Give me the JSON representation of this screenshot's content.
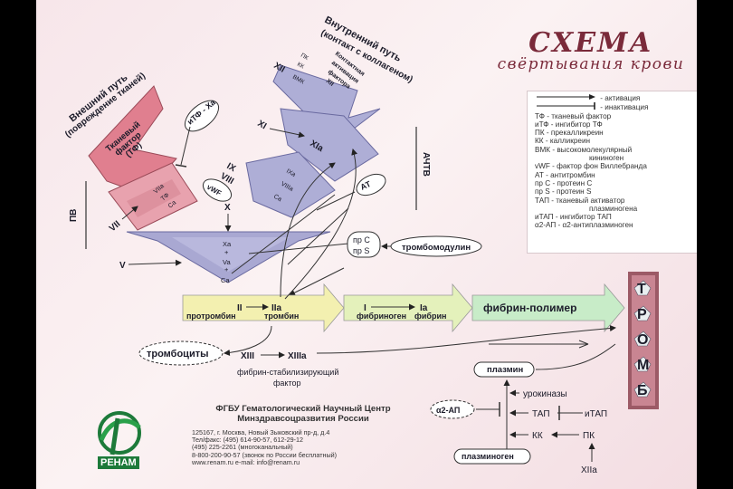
{
  "title": {
    "main": "СХЕМА",
    "sub": "свёртывания крови"
  },
  "paths": {
    "external": "Внешний путь",
    "external_sub": "(повреждение тканей)",
    "internal": "Внутренний путь",
    "internal_sub": "(контакт с коллагеном)"
  },
  "side_labels": {
    "pv": "ПВ",
    "achtv": "АЧТВ"
  },
  "nodes": {
    "tf_line1": "Тканевый",
    "tf_line2": "фактор",
    "tf_line3": "(ТФ)",
    "itf": "иТФ - Xa",
    "contact1": "Контактная",
    "contact2": "активация",
    "contact3": "фактора",
    "contact4": "XII",
    "xii": "XII",
    "pk": "ПК",
    "kk": "КК",
    "vmk": "ВМК",
    "xi": "XI",
    "xia": "XIa",
    "ix": "IX",
    "viii": "VIII",
    "vwf": "vWF",
    "ixa": "IXa",
    "viiia": "VIIIa",
    "vii": "VII",
    "viia": "VIIa",
    "tf_small": "ТФ",
    "ca": "Ca",
    "plus": "+",
    "x": "X",
    "v": "V",
    "xa": "Xa",
    "va": "Va",
    "at": "АТ",
    "prc": "пр С",
    "prs": "пр S",
    "thrombomodulin": "тромбомодулин",
    "ii": "II",
    "iia": "IIa",
    "prothrombin": "протромбин",
    "thrombin": "тромбин",
    "i": "I",
    "ia": "Ia",
    "fibrinogen": "фибриноген",
    "fibrin": "фибрин",
    "fibrin_polymer": "фибрин-полимер",
    "platelets": "тромбоциты",
    "xiii": "XIII",
    "xiiia": "XIIIa",
    "fsf1": "фибрин-стабилизирующий",
    "fsf2": "фактор",
    "plasmin": "плазмин",
    "a2ap": "α2-АП",
    "urokinase": "урокиназы",
    "tap": "ТАП",
    "itap": "иТАП",
    "kk2": "КК",
    "pk2": "ПК",
    "plasminogen": "плазминоген",
    "xiia": "XIIa",
    "thromb_letters": [
      "Т",
      "Р",
      "О",
      "М",
      "Б"
    ]
  },
  "legend": {
    "activation": "- активация",
    "inactivation": "- инактивация",
    "rows": [
      "ТФ - тканевый фактор",
      "иТФ - ингибитор ТФ",
      "ПК - прекалликреин",
      "КК - калликреин",
      "ВМК - высокомолекулярный",
      "кининоген",
      "vWF - фактор фон Виллебранда",
      "АТ - антитромбин",
      "пр С - протеин С",
      "пр S - протеин S",
      "ТАП - тканевый активатор",
      "плазминогена",
      "иТАП - ингибитор ТАП",
      "α2-АП - α2-антиплазминоген"
    ]
  },
  "organization": {
    "name1": "ФГБУ Гематологический Научный Центр",
    "name2": "Минздравсоцразвития России",
    "address": [
      "125167, г. Москва, Новый Зыковский пр-д, д.4",
      "Тел/факс: (495) 614-90-57, 612-29-12",
      "(495) 225-2261 (многоканальный)",
      "8-800-200-90-57 (звонок по России бесплатный)",
      "www.renam.ru   e-mail: info@renam.ru"
    ],
    "logo_text": "РЕНАМ"
  },
  "colors": {
    "pink_chevron": "#e89aa6",
    "lavender_chevron": "#a9a8d2",
    "yellow_arrow": "#f6f2b2",
    "green_arrow": "#c6ecc6",
    "title": "#7a2a3a",
    "clot": "#c96e7d"
  }
}
